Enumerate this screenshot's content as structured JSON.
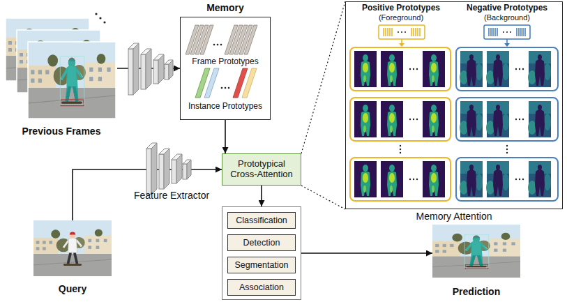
{
  "diagram": {
    "nodes": [
      {
        "text": [
          "Previous Frames"
        ]
      },
      {
        "text": [
          "Memory",
          "Frame Prototypes",
          "Instance Prototypes"
        ]
      },
      {
        "text": [
          "Query"
        ]
      },
      {
        "text": [
          "Prototypical Cross-Attention"
        ]
      },
      {
        "text": [
          "Memory Attention"
        ]
      },
      {
        "text": []
      },
      {
        "text": [
          "Classification"
        ],
        "in": 5
      },
      {
        "text": [
          "Detection"
        ],
        "in": 5
      },
      {
        "text": [
          "Segmentation"
        ],
        "in": 5
      },
      {
        "text": [
          "Association"
        ],
        "in": 5
      },
      {
        "text": [
          "Prediction"
        ]
      }
    ],
    "edges": [
      {
        "from": 0,
        "to": 1,
        "arrow": "to"
      },
      {
        "from": 1,
        "to": 3,
        "arrow": "to"
      },
      {
        "from": 2,
        "to": 3,
        "arrow": "to"
      },
      {
        "from": 3,
        "to": 4,
        "arrow": "none"
      },
      {
        "from": 3,
        "to": 4,
        "arrow": "none"
      },
      {
        "from": 3,
        "to": 5,
        "arrow": "to"
      },
      {
        "from": 5,
        "to": 10,
        "arrow": "to"
      }
    ],
    "labels": [
      "Feature Extractor",
      "Positive Prototypes",
      "(Foreground)",
      "Negative Prototypes",
      "(Background)"
    ]
  }
}
